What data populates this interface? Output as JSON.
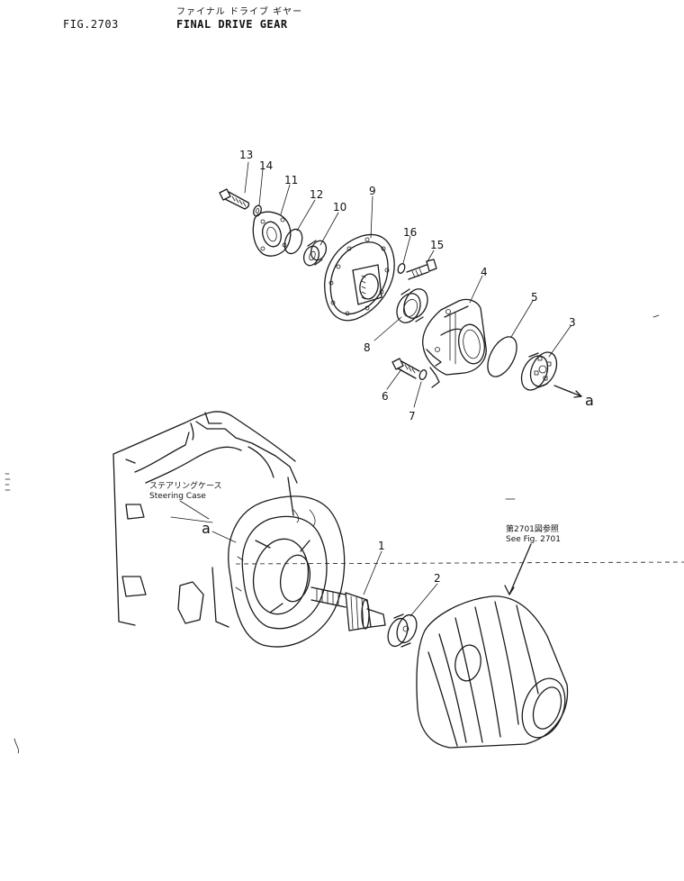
{
  "header": {
    "fig_number": "FIG.2703",
    "title_jp": "ファイナル ドライブ ギヤー",
    "title_en": "FINAL DRIVE GEAR"
  },
  "callouts": [
    {
      "id": "c13",
      "text": "13"
    },
    {
      "id": "c14",
      "text": "14"
    },
    {
      "id": "c11",
      "text": "11"
    },
    {
      "id": "c12",
      "text": "12"
    },
    {
      "id": "c10",
      "text": "10"
    },
    {
      "id": "c9",
      "text": "9"
    },
    {
      "id": "c16",
      "text": "16"
    },
    {
      "id": "c15",
      "text": "15"
    },
    {
      "id": "c4",
      "text": "4"
    },
    {
      "id": "c5",
      "text": "5"
    },
    {
      "id": "c3",
      "text": "3"
    },
    {
      "id": "c8",
      "text": "8"
    },
    {
      "id": "c6",
      "text": "6"
    },
    {
      "id": "c7",
      "text": "7"
    },
    {
      "id": "c1",
      "text": "1"
    },
    {
      "id": "c2",
      "text": "2"
    }
  ],
  "reference_marks": {
    "a_right": "a",
    "a_left": "a"
  },
  "labels": {
    "steering_case_jp": "ステアリングケース",
    "steering_case_en": "Steering Case",
    "see_fig_jp": "第2701図参照",
    "see_fig_en": "See Fig. 2701"
  }
}
